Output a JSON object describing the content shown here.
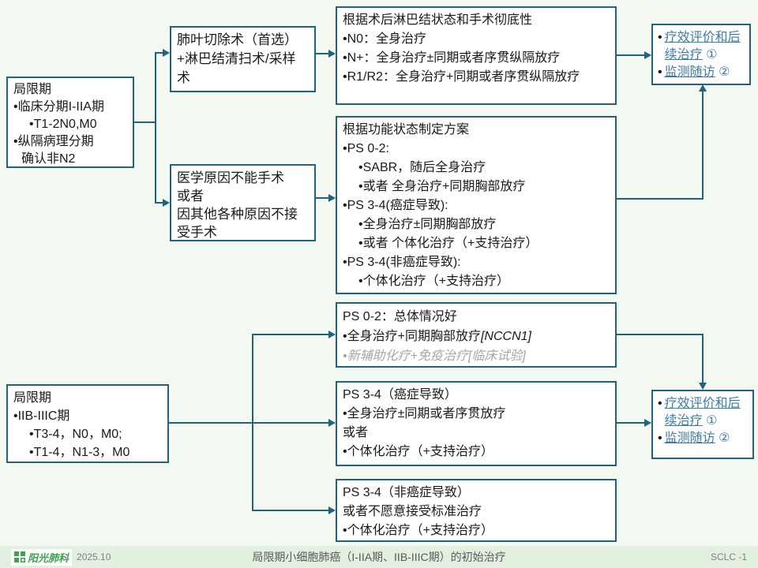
{
  "slide": {
    "colors": {
      "line": "#1f6380",
      "link": "#3a7ca8",
      "muted_gray": "#a6a6a6",
      "logo_green": "#3fa24e",
      "bg": "#f3f8f1",
      "footer_bg": "#e2f0df"
    },
    "boxes": {
      "stage_i_iia": {
        "l1": "局限期",
        "l2": "•临床分期I-IIA期",
        "l3": "•T1-2N0,M0",
        "l4": "•纵隔病理分期",
        "l5": "确认非N2"
      },
      "surgery": {
        "l1": "肺叶切除术（首选）+淋巴结清扫术/采样术"
      },
      "no_surgery": {
        "l1": "医学原因不能手术",
        "l2": "或者",
        "l3": "因其他各种原因不接受手术"
      },
      "post_op": {
        "title": "根据术后淋巴结状态和手术彻底性",
        "l1": "•N0：全身治疗",
        "l2": "•N+：全身治疗±同期或者序贯纵隔放疗",
        "l3": "•R1/R2：全身治疗+同期或者序贯纵隔放疗"
      },
      "ps_plan": {
        "title": "根据功能状态制定方案",
        "l1": "•PS 0-2:",
        "l2": "•SABR，随后全身治疗",
        "l3": "•或者 全身治疗+同期胸部放疗",
        "l4": "•PS 3-4(癌症导致):",
        "l5": "•全身治疗±同期胸部放疗",
        "l6": "•或者 个体化治疗（+支持治疗）",
        "l7": "•PS 3-4(非癌症导致):",
        "l8": "•个体化治疗（+支持治疗）"
      },
      "followup_top": {
        "bullet": "•",
        "link1": "疗效评价和后续治疗",
        "num1": "①",
        "link2": "监测随访",
        "num2": "②"
      },
      "stage_iib_iiic": {
        "l1": "局限期",
        "l2": "•IIB-IIIC期",
        "l3": "•T3-4，N0，M0;",
        "l4": "•T1-4，N1-3，M0"
      },
      "ps02_good": {
        "l1": "PS 0-2：总体情况好",
        "l2": "•全身治疗+同期胸部放疗",
        "l2_ref": "[NCCN1]",
        "l3": "•新辅助化疗+免疫治疗[临床试验]"
      },
      "ps34_cancer": {
        "l1": "PS 3-4（癌症导致）",
        "l2": "•全身治疗±同期或者序贯放疗",
        "l3": "或者",
        "l4": "•个体化治疗（+支持治疗）"
      },
      "ps34_noncancer": {
        "l1": "PS 3-4（非癌症导致）",
        "l2": "或者不愿意接受标准治疗",
        "l3": "•个体化治疗（+支持治疗）"
      },
      "followup_bottom": {
        "bullet": "•",
        "link1": "疗效评价和后续治疗",
        "num1": "①",
        "link2": "监测随访",
        "num2": "②"
      }
    },
    "footer": {
      "logo": "阳光肺科",
      "date": "2025.10",
      "title": "局限期小细胞肺癌（I-IIA期、IIB-IIIC期）的初始治疗",
      "page": "SCLC -1"
    }
  }
}
